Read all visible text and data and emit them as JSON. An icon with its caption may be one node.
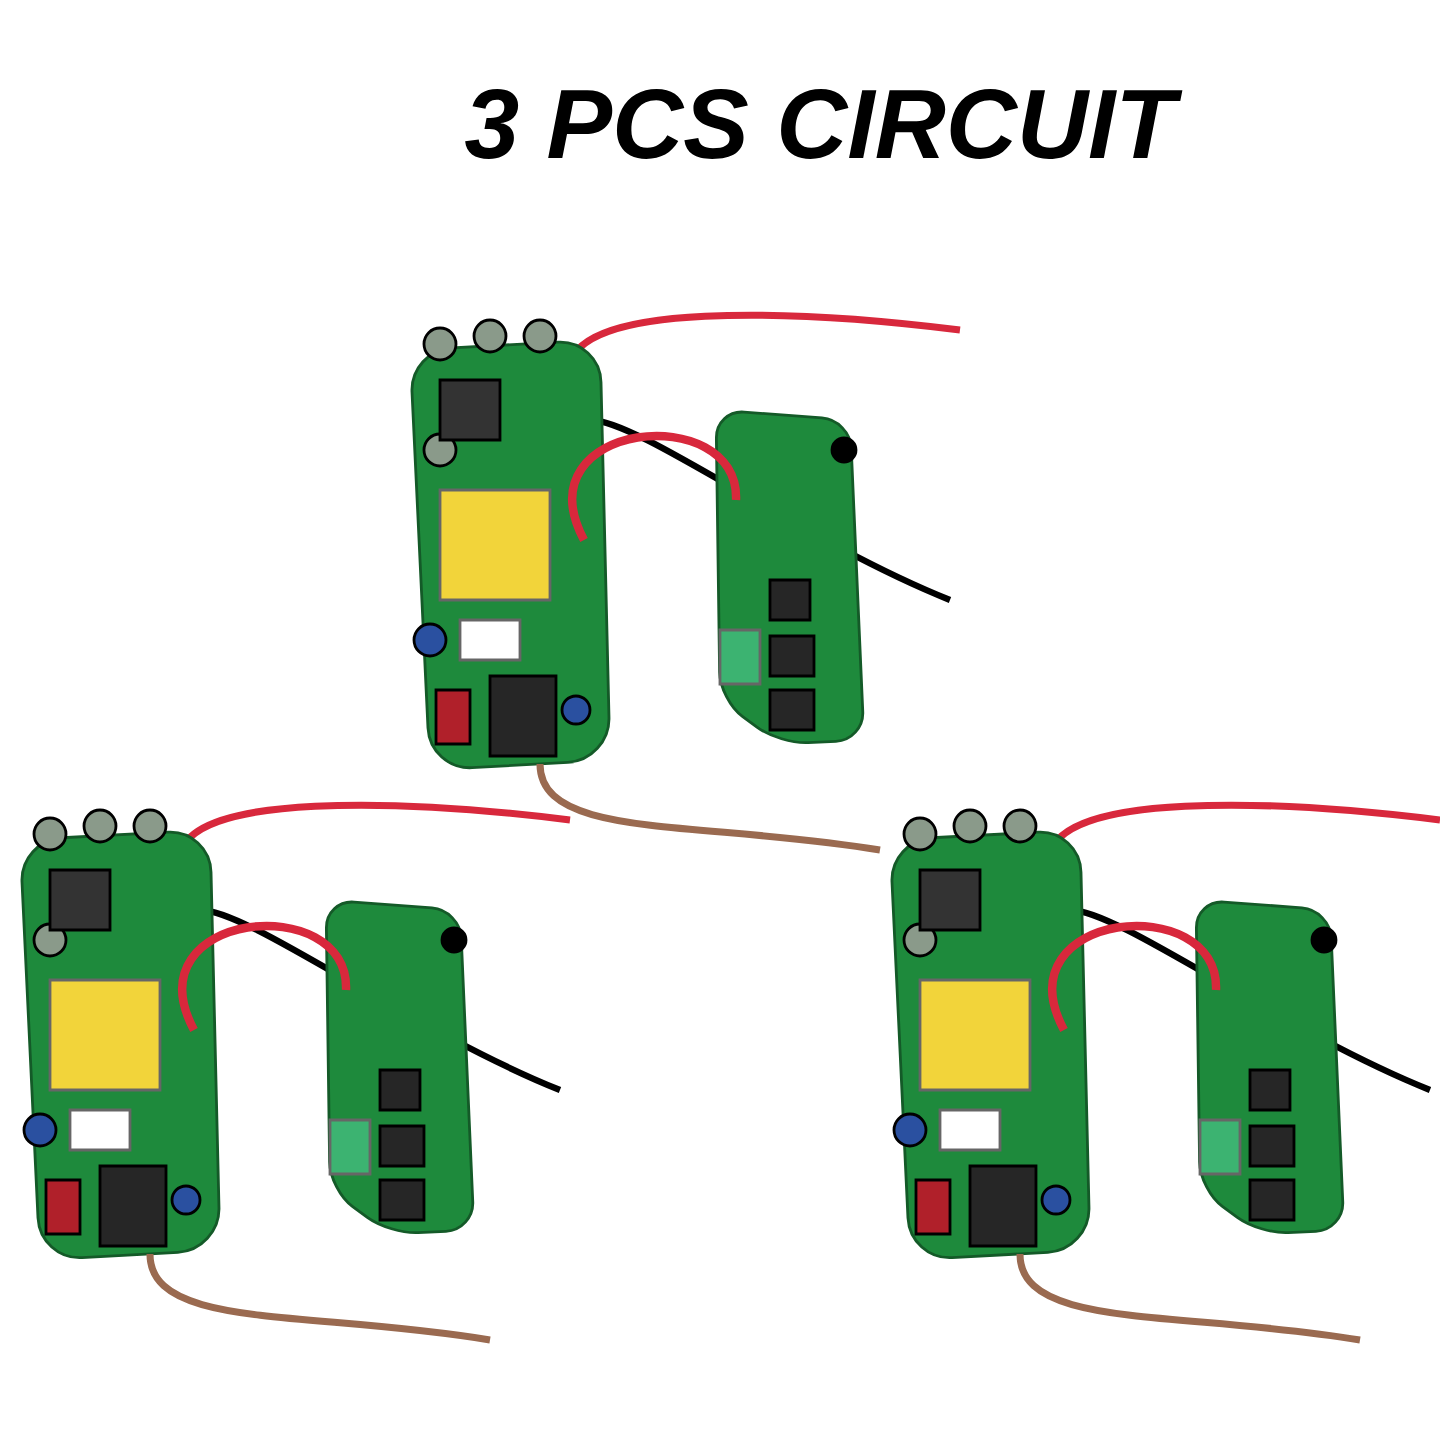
{
  "diagram": {
    "title": "3 PCS CIRCUIT",
    "nodes": [
      {
        "text": [],
        "shape": "picture"
      },
      {
        "text": [],
        "shape": "picture"
      },
      {
        "text": [],
        "shape": "picture"
      }
    ]
  }
}
